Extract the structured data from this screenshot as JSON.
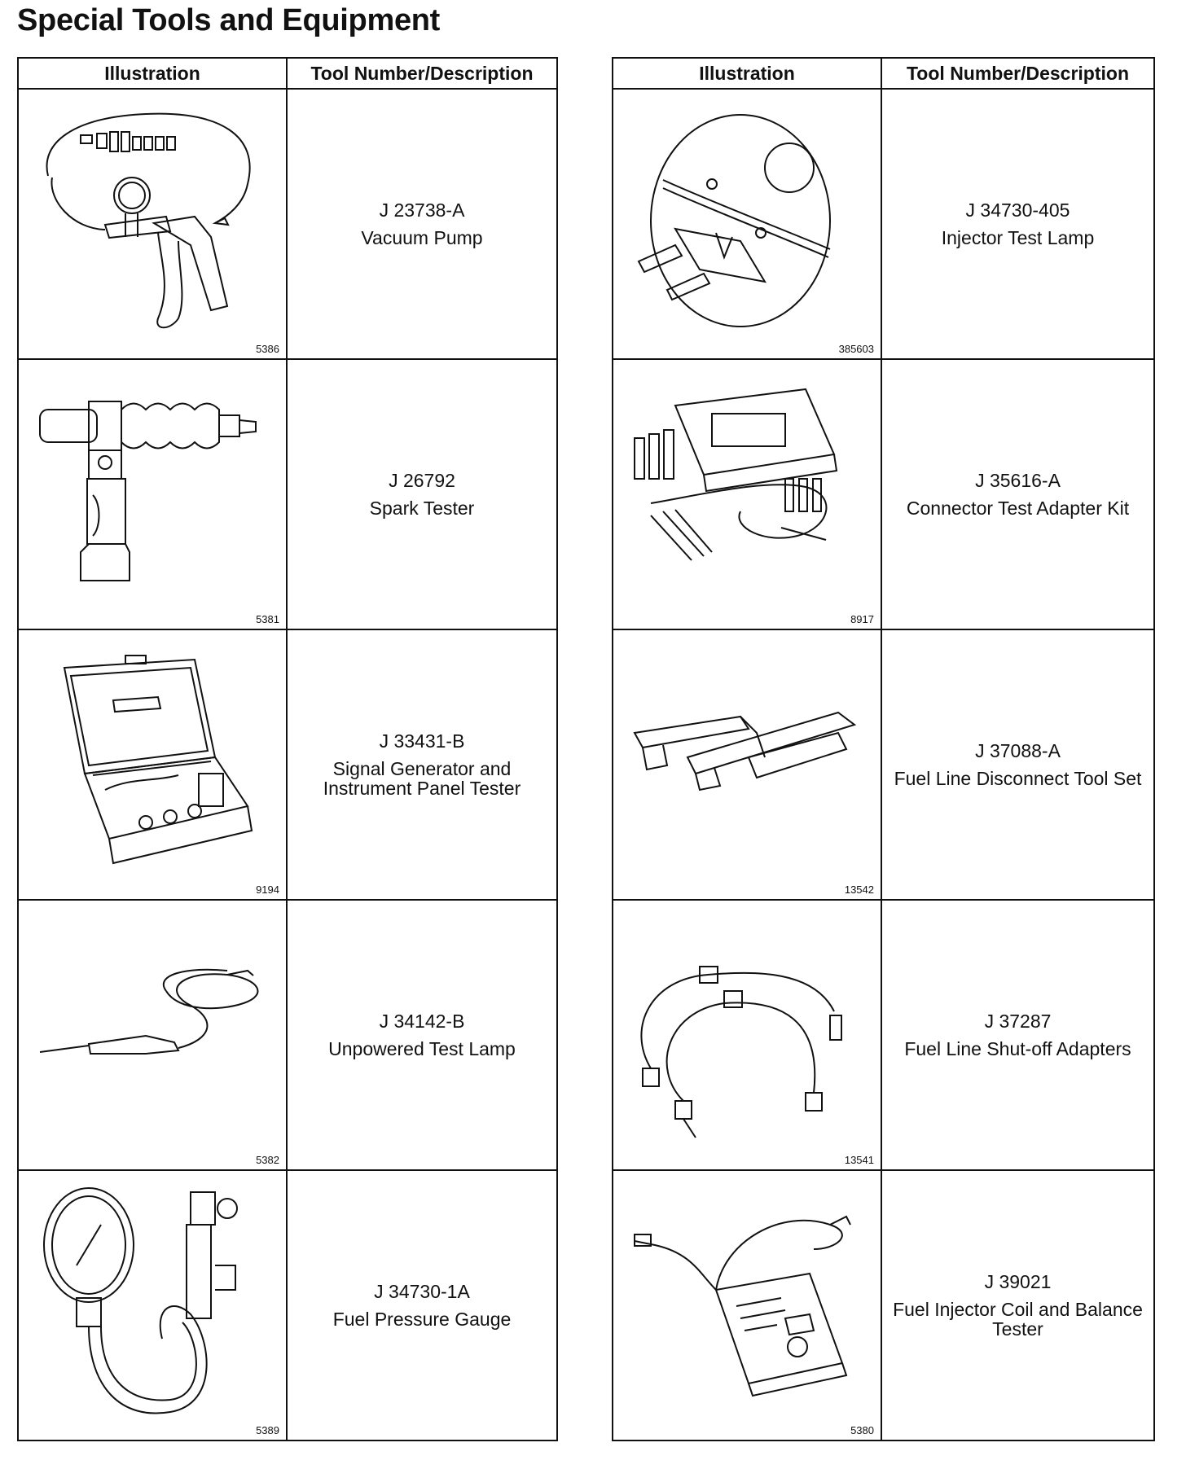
{
  "page": {
    "title": "Special Tools and Equipment"
  },
  "left_table": {
    "headers": [
      "Illustration",
      "Tool Number/Description"
    ],
    "rows": [
      {
        "figure": "5386",
        "tool_number": "J 23738-A",
        "description": "Vacuum Pump",
        "icon": "vacuum-pump-icon"
      },
      {
        "figure": "5381",
        "tool_number": "J 26792",
        "description": "Spark Tester",
        "icon": "spark-tester-icon"
      },
      {
        "figure": "9194",
        "tool_number": "J 33431-B",
        "description": "Signal Generator and Instrument Panel Tester",
        "icon": "signal-generator-icon"
      },
      {
        "figure": "5382",
        "tool_number": "J 34142-B",
        "description": "Unpowered Test Lamp",
        "icon": "test-lamp-icon"
      },
      {
        "figure": "5389",
        "tool_number": "J 34730-1A",
        "description": "Fuel Pressure Gauge",
        "icon": "pressure-gauge-icon"
      }
    ]
  },
  "right_table": {
    "headers": [
      "Illustration",
      "Tool Number/Description"
    ],
    "rows": [
      {
        "figure": "385603",
        "tool_number": "J 34730-405",
        "description": "Injector Test Lamp",
        "icon": "injector-test-lamp-icon"
      },
      {
        "figure": "8917",
        "tool_number": "J 35616-A",
        "description": "Connector Test Adapter Kit",
        "icon": "adapter-kit-icon"
      },
      {
        "figure": "13542",
        "tool_number": "J 37088-A",
        "description": "Fuel Line Disconnect Tool Set",
        "icon": "disconnect-tool-icon"
      },
      {
        "figure": "13541",
        "tool_number": "J 37287",
        "description": "Fuel Line Shut-off Adapters",
        "icon": "shutoff-adapters-icon"
      },
      {
        "figure": "5380",
        "tool_number": "J 39021",
        "description": "Fuel Injector Coil and Balance Tester",
        "icon": "coil-balance-tester-icon"
      }
    ]
  }
}
